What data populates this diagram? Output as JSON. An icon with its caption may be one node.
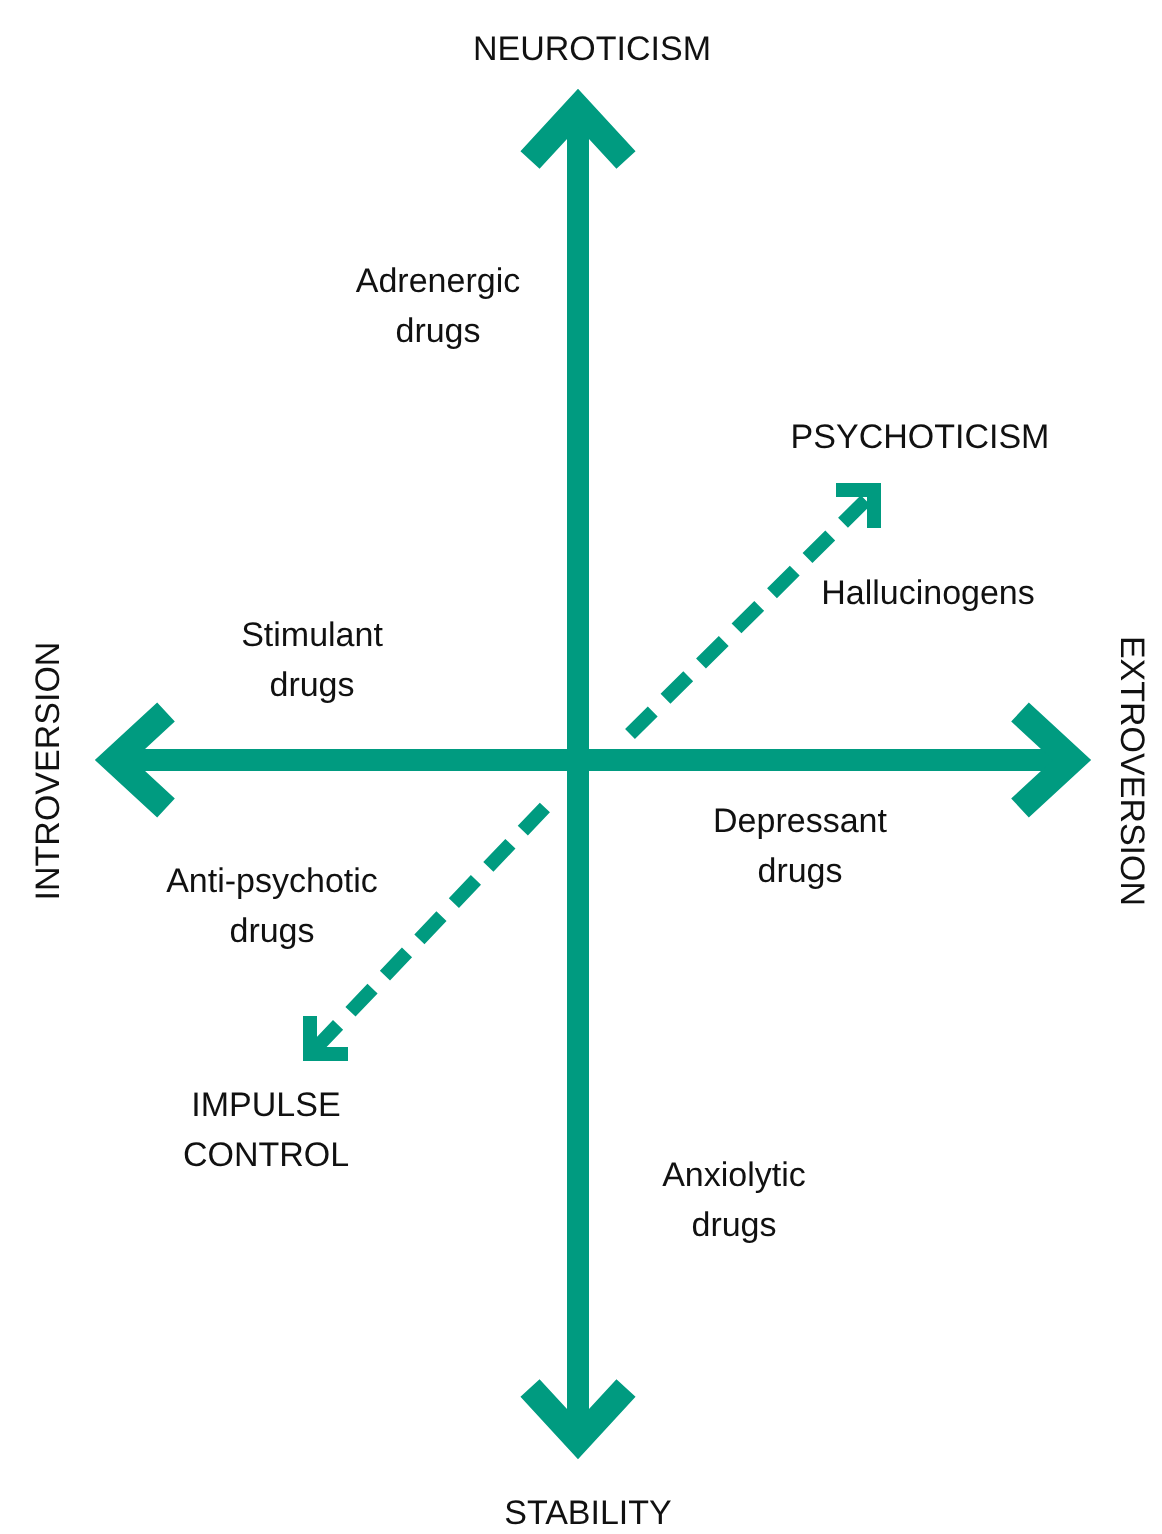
{
  "diagram": {
    "labels": [
      "NEUROTICISM",
      "Adrenergic drugs",
      "PSYCHOTICISM",
      "Hallucinogens",
      "Stimulant drugs",
      "INTROVERSION",
      "EXTROVERSION",
      "Depressant drugs",
      "Anti-psychotic drugs",
      "IMPULSE CONTROL",
      "Anxiolytic drugs",
      "STABILITY"
    ]
  }
}
